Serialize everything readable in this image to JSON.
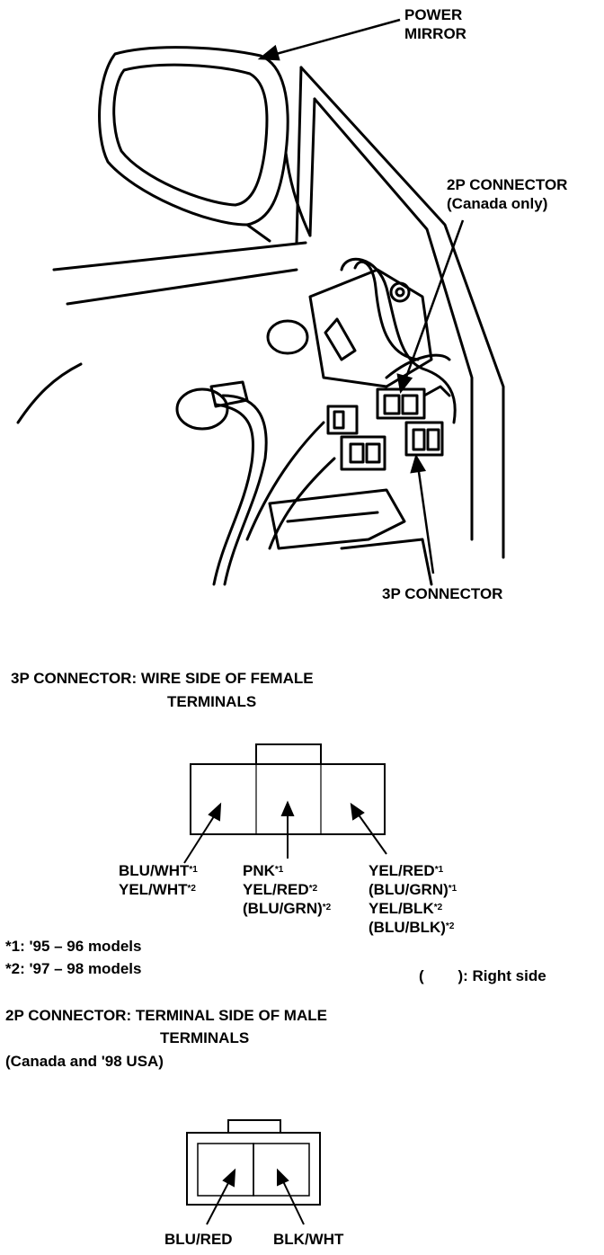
{
  "illustration": {
    "power_mirror_label_line1": "POWER",
    "power_mirror_label_line2": "MIRROR",
    "conn2p_label_line1": "2P CONNECTOR",
    "conn2p_label_line2": "(Canada only)",
    "conn3p_label": "3P CONNECTOR"
  },
  "connector_3p": {
    "heading_line1": "3P CONNECTOR: WIRE SIDE OF FEMALE",
    "heading_line2": "TERMINALS",
    "left_wire": {
      "a": "BLU/WHT",
      "a_note": "*1",
      "b": "YEL/WHT",
      "b_note": "*2"
    },
    "middle_wire": {
      "a": "PNK",
      "a_note": "*1",
      "b": "YEL/RED",
      "b_note": "*2",
      "c": "(BLU/GRN)",
      "c_note": "*2"
    },
    "right_wire": {
      "a": "YEL/RED",
      "a_note": "*1",
      "b": "(BLU/GRN)",
      "b_note": "*1",
      "c": "YEL/BLK",
      "c_note": "*2",
      "d": "(BLU/BLK)",
      "d_note": "*2"
    }
  },
  "footnotes": {
    "note1": "*1: '95 – 96 models",
    "note2": "*2: '97 – 98 models",
    "right_side": "(        ): Right side"
  },
  "connector_2p": {
    "heading_line1": "2P CONNECTOR: TERMINAL SIDE OF MALE",
    "heading_line2": "TERMINALS",
    "heading_line3": "(Canada and '98 USA)",
    "left_wire": "BLU/RED",
    "right_wire": "BLK/WHT"
  }
}
